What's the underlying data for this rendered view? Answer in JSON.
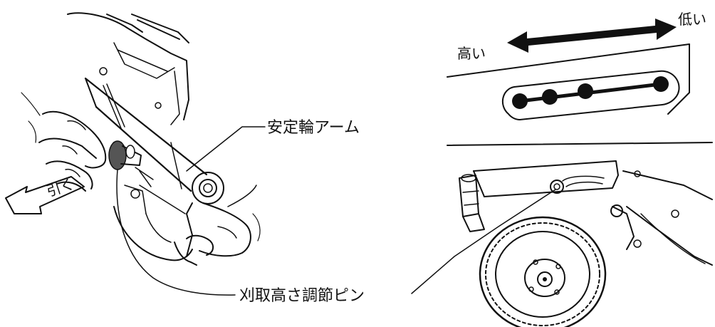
{
  "labels": {
    "stabilizer_arm": "安定輪アーム",
    "cutting_height_pin": "刈取高さ調節ピン",
    "pull_direction": "引く",
    "high": "高い",
    "low": "低い"
  },
  "colors": {
    "ink": "#111111",
    "pin_fill": "#555555",
    "background": "#ffffff"
  },
  "icons": {
    "pull_arrow": "outline-arrow-left",
    "height_arrow": "double-headed-arrow"
  }
}
